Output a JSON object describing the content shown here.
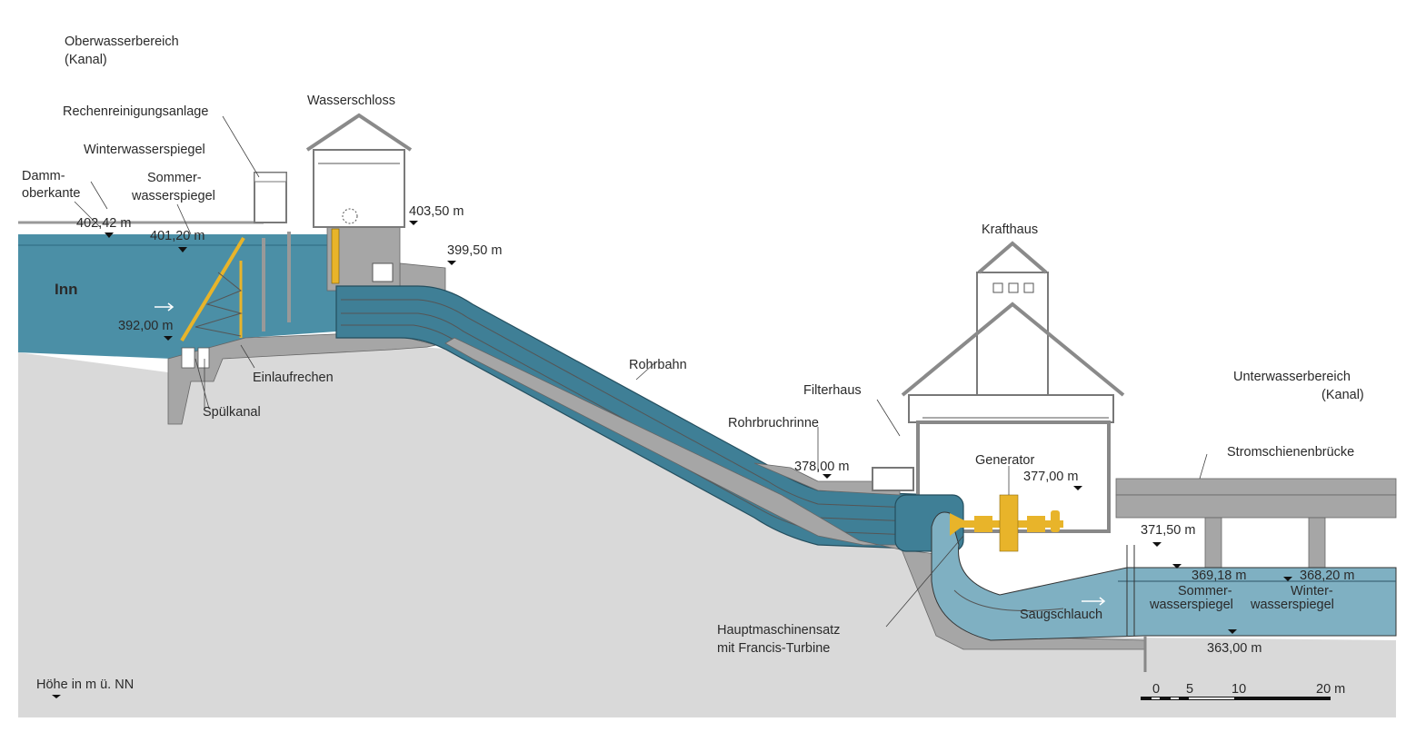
{
  "title_upper": {
    "line1": "Oberwasserbereich",
    "line2": "(Kanal)"
  },
  "title_lower": {
    "line1": "Unterwasserbereich",
    "line2": "(Kanal)"
  },
  "labels": {
    "rechen": "Rechenreinigungsanlage",
    "winter_up": "Winterwasserspiegel",
    "damm1": "Damm-",
    "damm2": "oberkante",
    "sommer_up1": "Sommer-",
    "sommer_up2": "wasserspiegel",
    "wasserschloss": "Wasserschloss",
    "inn": "Inn",
    "einlaufrechen": "Einlaufrechen",
    "spuelkanal": "Spülkanal",
    "rohrbahn": "Rohrbahn",
    "krafthaus": "Krafthaus",
    "filterhaus": "Filterhaus",
    "rohrbruchrinne": "Rohrbruchrinne",
    "generator": "Generator",
    "strom": "Stromschienenbrücke",
    "haupt1": "Hauptmaschinensatz",
    "haupt2": "mit Francis-Turbine",
    "saugschlauch": "Saugschlauch",
    "sommer_down1": "Sommer-",
    "sommer_down2": "wasserspiegel",
    "winter_down1": "Winter-",
    "winter_down2": "wasserspiegel"
  },
  "elevations": {
    "damm": "402,42 m",
    "sommer_up": "401,20 m",
    "sohle_up": "392,00 m",
    "wasserschloss": "403,50 m",
    "rohr_top": "399,50 m",
    "rohrbruch": "378,00 m",
    "krafthaus": "377,00 m",
    "unter": "371,50 m",
    "sommer_down": "369,18 m",
    "winter_down": "368,20 m",
    "sohle_down": "363,00 m"
  },
  "legend": {
    "hoehe": "Höhe in m ü. NN"
  },
  "scale": {
    "t0": "0",
    "t5": "5",
    "t10": "10",
    "t20": "20 m"
  },
  "colors": {
    "water_up": "#4b8fa6",
    "water_down": "#7fb0c2",
    "ground": "#d9d9d9",
    "concrete": "#a6a6a6",
    "machine": "#e8b42a"
  }
}
